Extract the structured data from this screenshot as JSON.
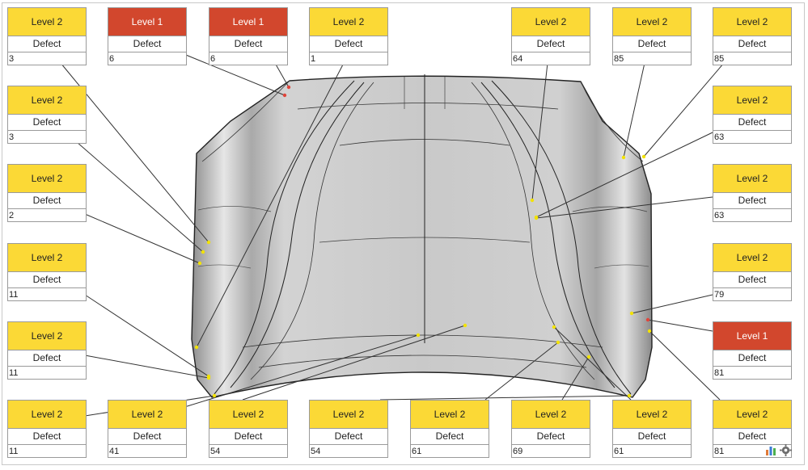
{
  "colors": {
    "level2_bg": "#fbd936",
    "level1_bg": "#d2472d",
    "leader": "#333333",
    "marker_yellow": "#f2e200",
    "marker_red": "#e0443a"
  },
  "cards": [
    {
      "level": "Level 2",
      "kind": "Defect",
      "count": "3"
    },
    {
      "level": "Level 1",
      "kind": "Defect",
      "count": "6"
    },
    {
      "level": "Level 1",
      "kind": "Defect",
      "count": "6"
    },
    {
      "level": "Level 2",
      "kind": "Defect",
      "count": "1"
    },
    {
      "level": "Level 2",
      "kind": "Defect",
      "count": "64"
    },
    {
      "level": "Level 2",
      "kind": "Defect",
      "count": "85"
    },
    {
      "level": "Level 2",
      "kind": "Defect",
      "count": "85"
    },
    {
      "level": "Level 2",
      "kind": "Defect",
      "count": "3"
    },
    {
      "level": "Level 2",
      "kind": "Defect",
      "count": "2"
    },
    {
      "level": "Level 2",
      "kind": "Defect",
      "count": "11"
    },
    {
      "level": "Level 2",
      "kind": "Defect",
      "count": "11"
    },
    {
      "level": "Level 2",
      "kind": "Defect",
      "count": "63"
    },
    {
      "level": "Level 2",
      "kind": "Defect",
      "count": "63"
    },
    {
      "level": "Level 2",
      "kind": "Defect",
      "count": "79"
    },
    {
      "level": "Level 1",
      "kind": "Defect",
      "count": "81"
    },
    {
      "level": "Level 2",
      "kind": "Defect",
      "count": "11"
    },
    {
      "level": "Level 2",
      "kind": "Defect",
      "count": "41"
    },
    {
      "level": "Level 2",
      "kind": "Defect",
      "count": "54"
    },
    {
      "level": "Level 2",
      "kind": "Defect",
      "count": "54"
    },
    {
      "level": "Level 2",
      "kind": "Defect",
      "count": "61"
    },
    {
      "level": "Level 2",
      "kind": "Defect",
      "count": "69"
    },
    {
      "level": "Level 2",
      "kind": "Defect",
      "count": "61"
    },
    {
      "level": "Level 2",
      "kind": "Defect",
      "count": "81"
    }
  ],
  "toolbar": {
    "chart_icon": "chart-icon",
    "settings_icon": "gear-icon"
  }
}
